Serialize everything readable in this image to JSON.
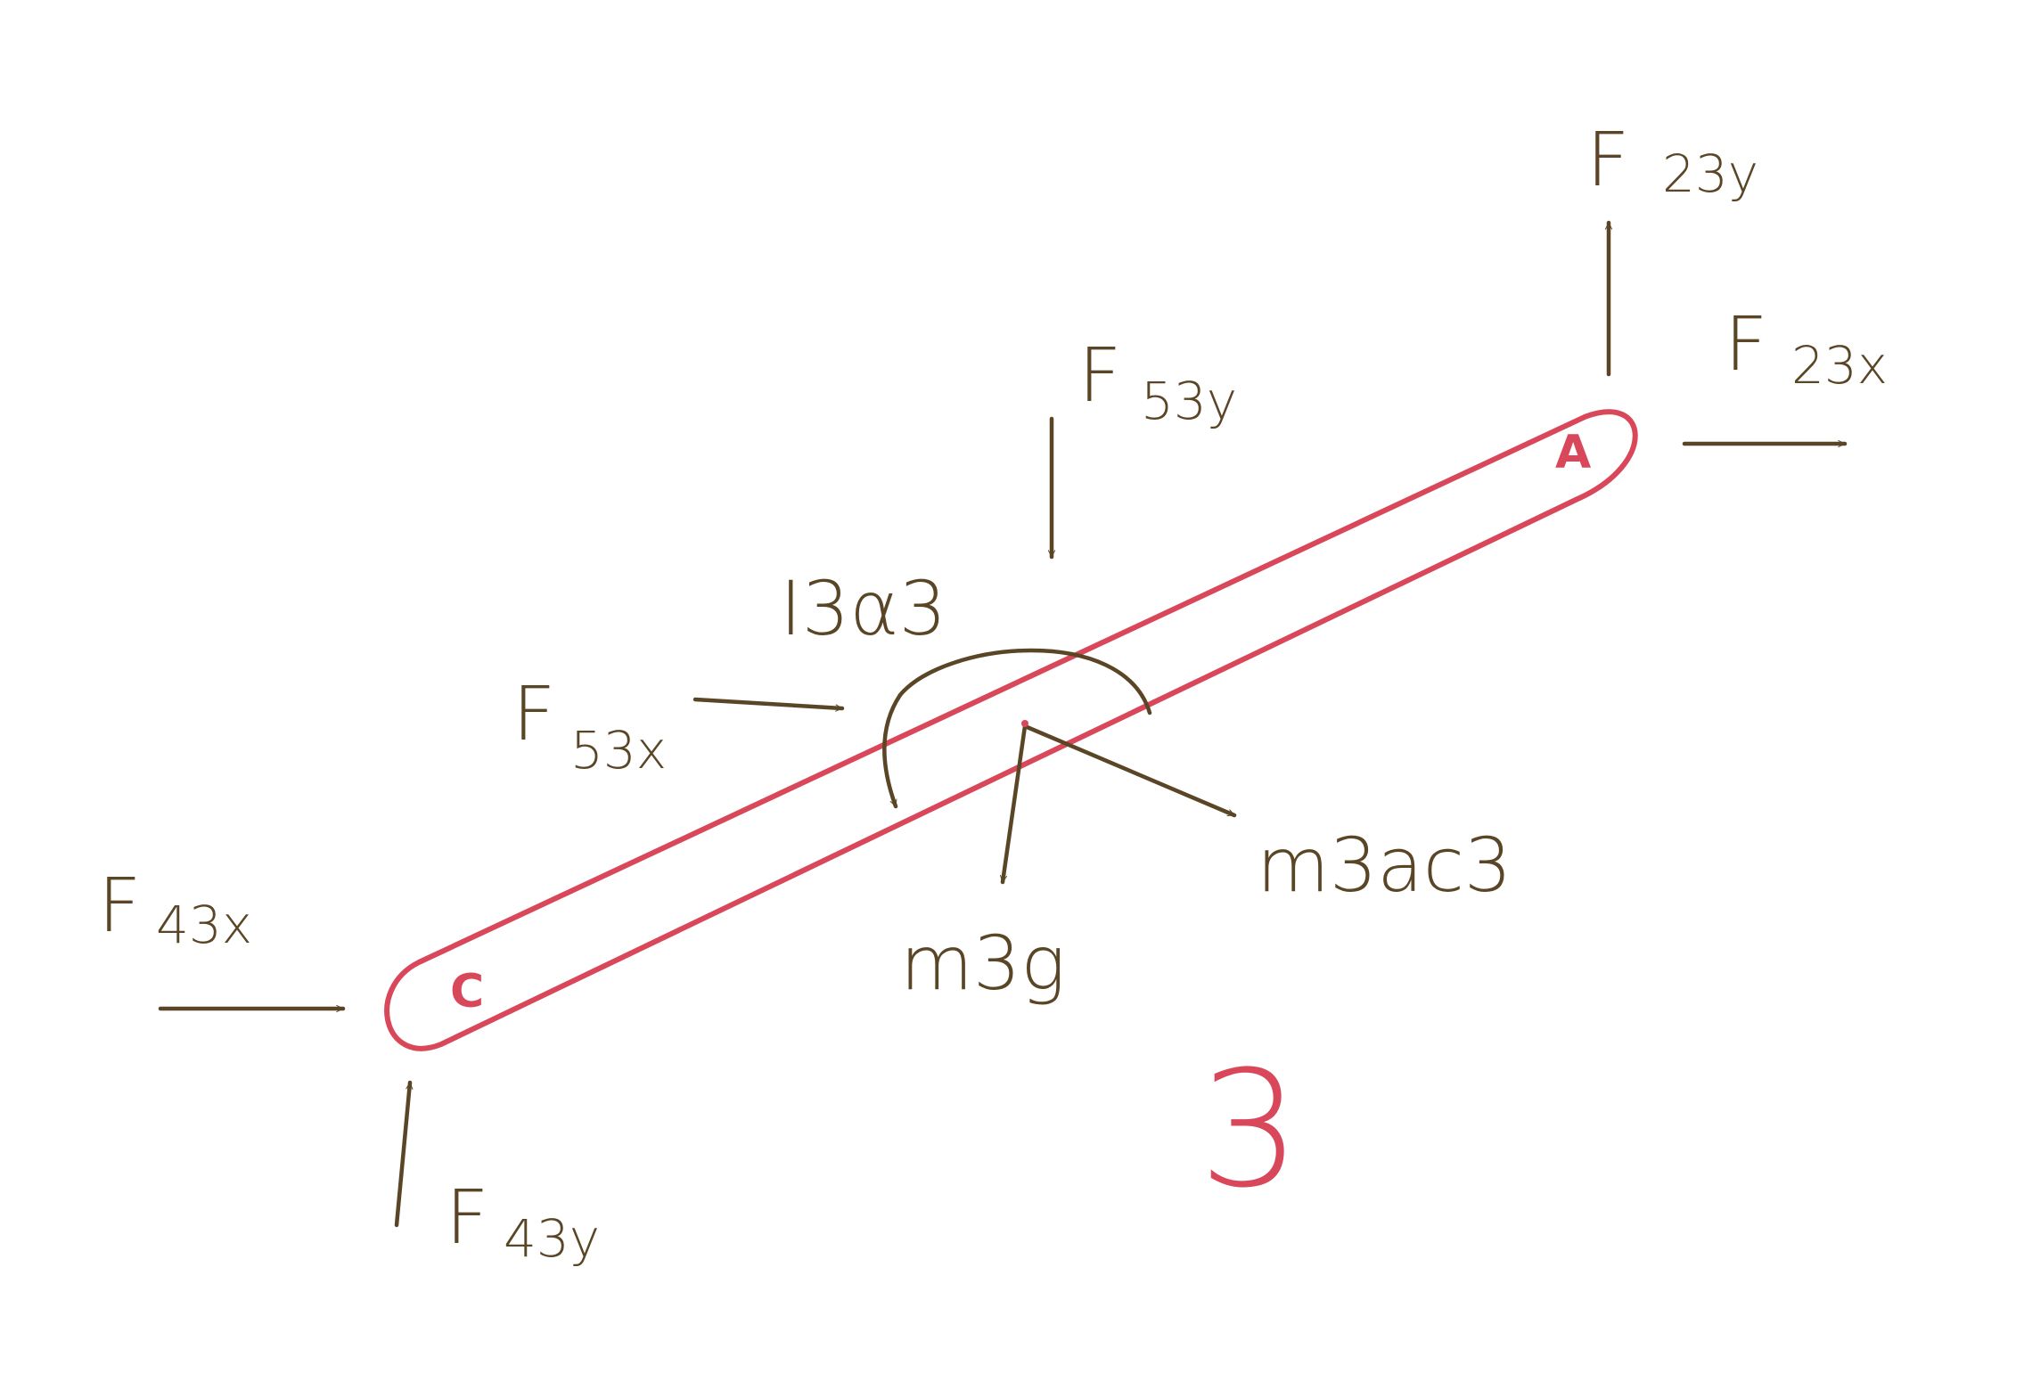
{
  "diagram": {
    "body_number": "3",
    "point_a": "A",
    "point_c": "C",
    "colors": {
      "ink": "#5a4626",
      "link": "#d9485a"
    },
    "labels": {
      "f23y": {
        "main": "F",
        "sub": "23y"
      },
      "f23x": {
        "main": "F",
        "sub": "23x"
      },
      "f53y": {
        "main": "F",
        "sub": "53y"
      },
      "f53x": {
        "main": "F",
        "sub": "53x"
      },
      "f43x": {
        "main": "F",
        "sub": "43x"
      },
      "f43y": {
        "main": "F",
        "sub": "43y"
      },
      "inertia": "I3α3",
      "weight": "m3g",
      "inertial_force": "m3ac3"
    }
  }
}
